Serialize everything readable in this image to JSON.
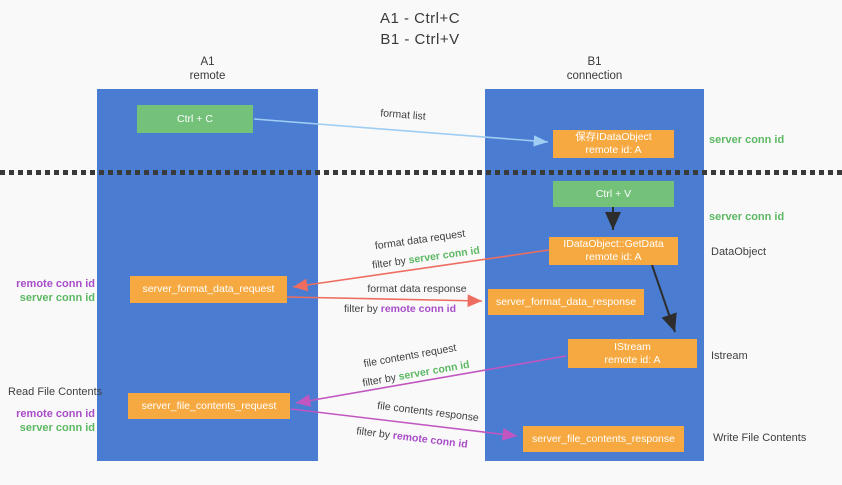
{
  "title": {
    "line1": "A1 - Ctrl+C",
    "line2": "B1 - Ctrl+V"
  },
  "lanes": {
    "left": {
      "name_line": "A1",
      "sub_line": "remote"
    },
    "right": {
      "name_line": "B1",
      "sub_line": "connection"
    }
  },
  "nodes": {
    "ctrl_c": "Ctrl + C",
    "ctrl_v": "Ctrl + V",
    "save_idataobject": {
      "line1": "保存IDataObject",
      "line2": "remote id: A"
    },
    "getdata": {
      "line1": "IDataObject::GetData",
      "line2": "remote id: A"
    },
    "istream": {
      "line1": "IStream",
      "line2": "remote id: A"
    },
    "format_request": "server_format_data_request",
    "format_response": "server_format_data_response",
    "file_request": "server_file_contents_request",
    "file_response": "server_file_contents_response"
  },
  "edge_labels": {
    "format_list": "format list",
    "format_data_request": "format data request",
    "format_data_response": "format data response",
    "file_contents_request": "file contents request",
    "file_contents_response": "file contents response",
    "filter_by": "filter by ",
    "server_conn_id": "server conn id",
    "remote_conn_id": "remote conn id"
  },
  "side_labels": {
    "server_conn_id_top": "server conn id",
    "server_conn_id_mid": "server conn id",
    "dataobject": "DataObject",
    "istream": "Istream",
    "write_file_contents": "Write File Contents",
    "read_file_contents": "Read File Contents",
    "remote_conn_id_mid": "remote conn id",
    "server_conn_id_left_mid": "server conn id",
    "remote_conn_id_bottom": "remote conn id",
    "server_conn_id_bottom": "server conn id"
  },
  "colors": {
    "lane_blue": "#4a7dd2",
    "node_orange": "#f7a941",
    "node_green": "#74c17a",
    "arrow_light_blue": "#9fcdf3",
    "arrow_red": "#ed6d60",
    "arrow_magenta": "#c156c1",
    "arrow_black": "#2d2d2d",
    "keyword_green": "#5cb862",
    "keyword_purple": "#a84dc8",
    "text_dark": "#3f3f3f"
  }
}
